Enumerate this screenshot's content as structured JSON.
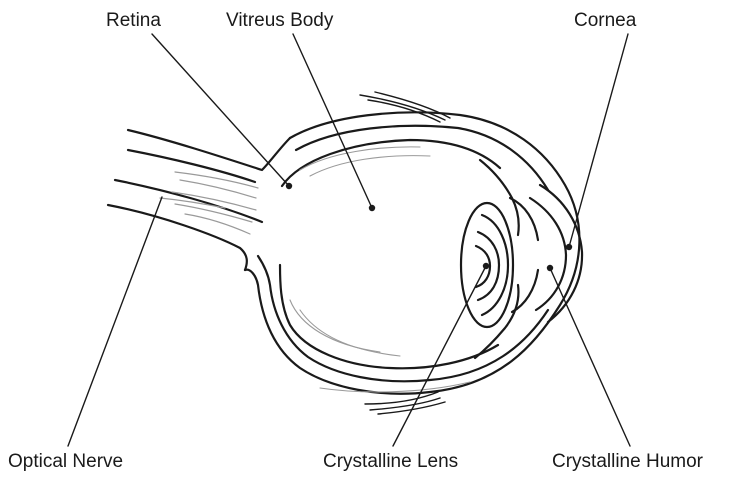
{
  "diagram": {
    "labels": {
      "retina": "Retina",
      "vitreous_body": "Vitreus Body",
      "cornea": "Cornea",
      "optical_nerve": "Optical Nerve",
      "crystalline_lens": "Crystalline Lens",
      "crystalline_humor": "Crystalline Humor"
    },
    "colors": {
      "line": "#1a1a1a",
      "fill": "#ffffff",
      "tissue_shade": "#9a9a9a"
    }
  }
}
